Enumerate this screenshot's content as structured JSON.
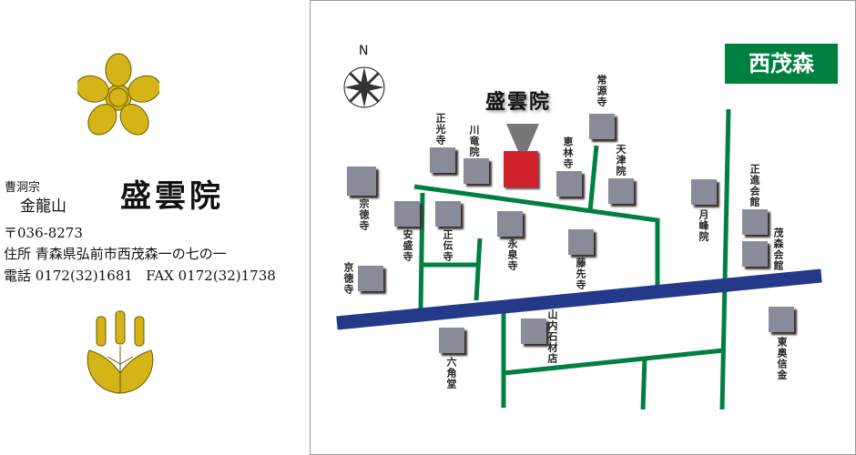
{
  "left_panel": {
    "sect": "曹洞宗",
    "mountain": "金龍山",
    "temple_name": "盛雲院",
    "postal": "〒036-8273",
    "address_label": "住所",
    "address": "青森県弘前市西茂森一の七の一",
    "phone_label": "電話",
    "phone": "0172(32)1681",
    "fax_label": "FAX",
    "fax": "0172(32)1738"
  },
  "map": {
    "district": "西茂森",
    "compass": "N",
    "target": "盛雲院",
    "places": {
      "soutokuji": "宗徳寺",
      "kyotokuji": "京徳寺",
      "anseiji": "安盛寺",
      "shodenji": "正伝寺",
      "shokoji": "正光寺",
      "senryuin": "川竜院",
      "eisenji": "永泉寺",
      "erinji": "恵林寺",
      "jogenji": "常源寺",
      "tenshinin": "天津院",
      "tosenji": "藤先寺",
      "geppoin": "月峰院",
      "shoshin": "正進会館",
      "shigemori": "茂森会館",
      "toonet": "東奥信金",
      "yamauchi": "山内石材店",
      "rokkakudo": "六角堂"
    }
  },
  "colors": {
    "road_main": "#25398a",
    "road": "#008040",
    "target": "#d0202a",
    "building": "#8a8b98",
    "district_bg": "#008040",
    "crest": "#d4b416"
  }
}
